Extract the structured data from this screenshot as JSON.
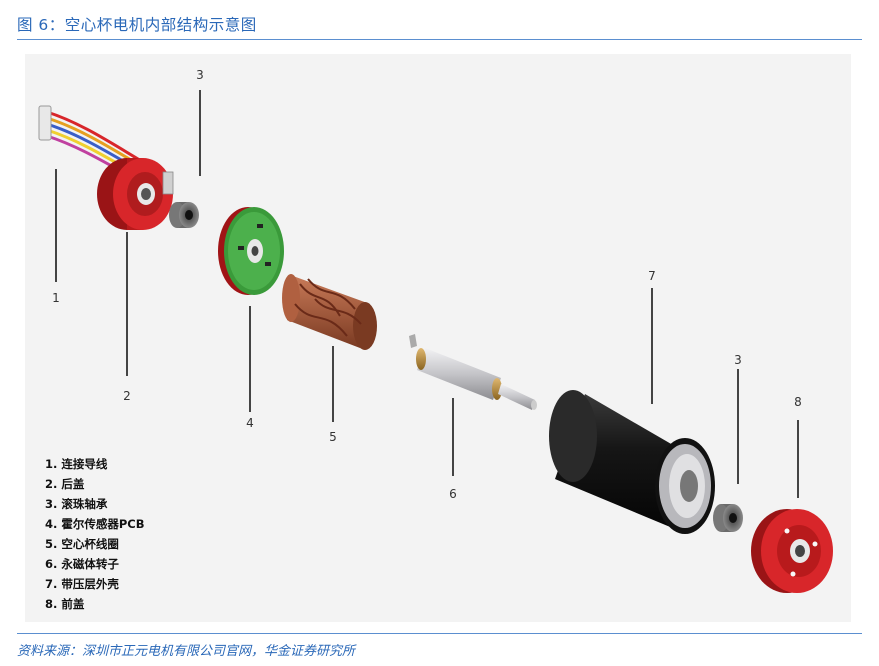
{
  "figure": {
    "title": "图 6：空心杯电机内部结构示意图",
    "source": "资料来源：深圳市正元电机有限公司官网，华金证券研究所"
  },
  "callouts": {
    "c1": "1",
    "c2": "2",
    "c3a": "3",
    "c3b": "3",
    "c4": "4",
    "c5": "5",
    "c6": "6",
    "c7": "7",
    "c8": "8"
  },
  "legend": [
    "1. 连接导线",
    "2. 后盖",
    "3. 滚珠轴承",
    "4. 霍尔传感器PCB",
    "5. 空心杯线圈",
    "6. 永磁体转子",
    "7. 带压层外壳",
    "8. 前盖"
  ],
  "colors": {
    "accent_blue": "#2a68b8",
    "rule_blue": "#5b8fd0",
    "cover_red": "#d8262a",
    "pcb_green": "#3a9a3a",
    "coil_copper": "#a8583a",
    "housing_black": "#1a1a1a",
    "shaft_silver": "#c8c8cc"
  }
}
